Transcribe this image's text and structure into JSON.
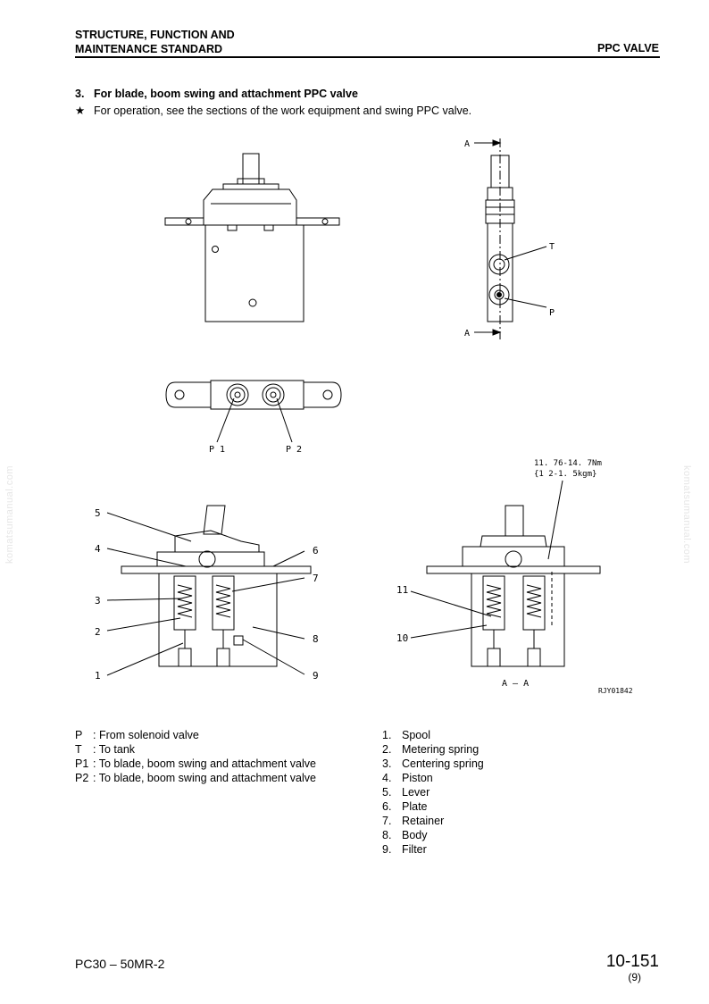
{
  "header": {
    "title_line1": "STRUCTURE, FUNCTION AND",
    "title_line2": "MAINTENANCE STANDARD",
    "section_name": "PPC VALVE"
  },
  "section": {
    "number": "3.",
    "title": "For blade, boom swing and attachment PPC valve",
    "note_symbol": "★",
    "note": "For operation, see the sections of the work equipment and swing PPC valve."
  },
  "watermark": "komatsumanual.com",
  "diagram": {
    "section_mark": "A",
    "port_t": "T",
    "port_p": "P",
    "port_p1": "P 1",
    "port_p2": "P 2",
    "torque_line1": "11. 76-14. 7Nm",
    "torque_line2": "{1 2-1. 5kgm}",
    "section_caption": "A – A",
    "drawing_code": "RJY01842",
    "callouts": [
      "5",
      "4",
      "3",
      "2",
      "1",
      "6",
      "7",
      "8",
      "9",
      "11",
      "10"
    ]
  },
  "ports": [
    {
      "code": "P",
      "text": ": From solenoid valve"
    },
    {
      "code": "T",
      "text": ": To tank"
    },
    {
      "code": "P1",
      "text": ": To blade, boom swing and attachment valve"
    },
    {
      "code": "P2",
      "text": ": To blade, boom swing and attachment valve"
    }
  ],
  "parts": [
    {
      "num": "1.",
      "name": "Spool"
    },
    {
      "num": "2.",
      "name": "Metering spring"
    },
    {
      "num": "3.",
      "name": "Centering spring"
    },
    {
      "num": "4.",
      "name": "Piston"
    },
    {
      "num": "5.",
      "name": "Lever"
    },
    {
      "num": "6.",
      "name": "Plate"
    },
    {
      "num": "7.",
      "name": "Retainer"
    },
    {
      "num": "8.",
      "name": "Body"
    },
    {
      "num": "9.",
      "name": "Filter"
    }
  ],
  "footer": {
    "model": "PC30 – 50MR-2",
    "page": "10-151",
    "revision": "(9)"
  }
}
